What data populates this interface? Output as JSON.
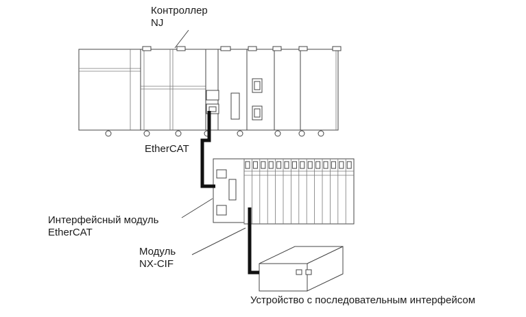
{
  "labels": {
    "controller": [
      "Контроллер",
      "NJ"
    ],
    "ethercat": "EtherCAT",
    "interface_module": [
      "Интерфейсный модуль",
      "EtherCAT"
    ],
    "nx_cif_module": [
      "Модуль",
      "NX-CIF"
    ],
    "serial_device": "Устройство с последовательным интерфейсом"
  }
}
